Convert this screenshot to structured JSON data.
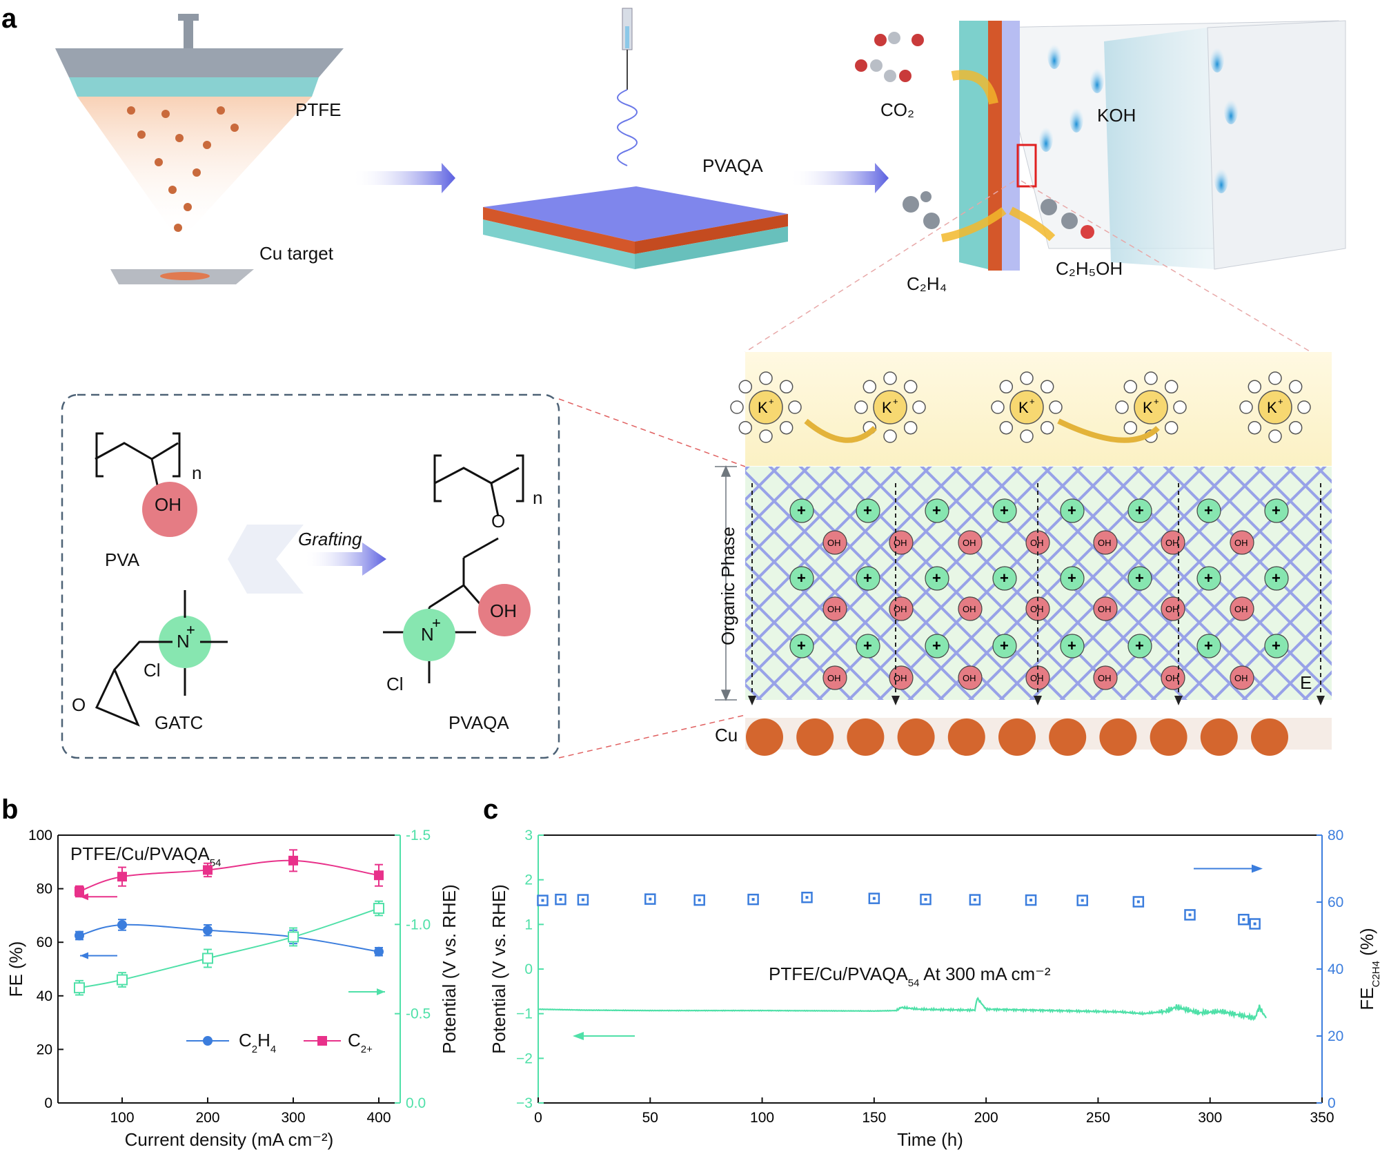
{
  "panel_a": {
    "letter": "a",
    "sputter_labels": {
      "ptfe": "PTFE",
      "cu_target": "Cu target"
    },
    "spin_label": "PVAQA",
    "cell_labels": {
      "co2": "CO₂",
      "koh": "KOH",
      "c2h4": "C₂H₄",
      "c2h5oh": "C₂H₅OH"
    },
    "chem": {
      "pva": "PVA",
      "gatc": "GATC",
      "pvaqa": "PVAQA",
      "grafting": "Grafting",
      "oh": "OH",
      "o": "O",
      "n_plus": "N",
      "plus": "+",
      "cl": "Cl",
      "minus": "−",
      "n_sub": "n"
    },
    "interface": {
      "k_ion": "K",
      "k_plus": "+",
      "organic_phase": "Organic Phase",
      "oh_small": "OH",
      "plus_sign": "+",
      "field": "E",
      "cu": "Cu"
    }
  },
  "chart_data": [
    {
      "panel": "b",
      "type": "line",
      "title": "PTFE/Cu/PVAQA54",
      "title_main": "PTFE/Cu/PVAQA",
      "title_sub": "54",
      "xlabel": "Current density (mA cm⁻²)",
      "ylabel_left": "FE (%)",
      "ylabel_right": "Potential (V vs. RHE)",
      "x": [
        50,
        100,
        200,
        300,
        400
      ],
      "xlim": [
        25,
        425
      ],
      "xticks": [
        100,
        200,
        300,
        400
      ],
      "ylim_left": [
        0,
        100
      ],
      "yticks_left": [
        0,
        20,
        40,
        60,
        80,
        100
      ],
      "ylim_right": [
        0,
        -1.5
      ],
      "yticks_right": [
        "0.0",
        "-0.5",
        "-1.0",
        "-1.5"
      ],
      "legend": {
        "c2h4_main": "C",
        "c2h4_sub1": "2",
        "c2h4_mid": "H",
        "c2h4_sub2": "4",
        "c2p_main": "C",
        "c2p_sub": "2+"
      },
      "series": [
        {
          "name": "C2H4",
          "axis": "left",
          "color": "#3b7ddd",
          "marker": "circle",
          "values": [
            62.5,
            66.5,
            64.5,
            62,
            56.5
          ],
          "err": [
            1.5,
            2,
            2,
            2.5,
            1.5
          ]
        },
        {
          "name": "C2+",
          "axis": "left",
          "color": "#e8318a",
          "marker": "square",
          "values": [
            79,
            84.5,
            87,
            90.5,
            85
          ],
          "err": [
            2,
            3.5,
            2.5,
            4,
            4
          ]
        },
        {
          "axis": "right",
          "color": "#4fe0a8",
          "marker": "open-square",
          "values": [
            -0.645,
            -0.69,
            -0.81,
            -0.93,
            -1.09
          ],
          "err": [
            0.04,
            0.04,
            0.05,
            0.05,
            0.04
          ]
        }
      ]
    },
    {
      "panel": "c",
      "type": "scatter",
      "annotation_main": "PTFE/Cu/PVAQA",
      "annotation_sub": "54",
      "annotation_rest": "At 300 mA cm⁻²",
      "xlabel": "Time (h)",
      "ylabel_left": "Potential (V vs. RHE)",
      "ylabel_right_main": "FE",
      "ylabel_right_sub": "C2H4",
      "ylabel_right_unit": "(%)",
      "xlim": [
        0,
        350
      ],
      "xticks": [
        0,
        50,
        100,
        150,
        200,
        250,
        300,
        350
      ],
      "ylim_left": [
        -3,
        3
      ],
      "yticks_left": [
        -3,
        -2,
        -1,
        0,
        1,
        2,
        3
      ],
      "ylim_right": [
        0,
        80
      ],
      "yticks_right": [
        0,
        20,
        40,
        60,
        80
      ],
      "series": [
        {
          "axis": "right",
          "color": "#3b7ddd",
          "marker": "open-square",
          "x": [
            2,
            10,
            20,
            50,
            72,
            96,
            120,
            150,
            173,
            195,
            220,
            243,
            268,
            291,
            315,
            320
          ],
          "values": [
            60.5,
            60.8,
            60.7,
            60.9,
            60.6,
            60.8,
            61.4,
            61.1,
            60.8,
            60.7,
            60.6,
            60.5,
            60.1,
            56.2,
            54.8,
            53.5
          ]
        },
        {
          "axis": "left",
          "color": "#4fe0a8",
          "marker": "line",
          "x": [
            0,
            20,
            50,
            100,
            150,
            160,
            162,
            170,
            180,
            195,
            196,
            200,
            230,
            260,
            270,
            280,
            285,
            295,
            305,
            315,
            320,
            322,
            325
          ],
          "values": [
            -0.9,
            -0.92,
            -0.93,
            -0.93,
            -0.94,
            -0.93,
            -0.86,
            -0.9,
            -0.91,
            -0.92,
            -0.65,
            -0.9,
            -0.93,
            -0.96,
            -1.0,
            -0.95,
            -0.85,
            -0.98,
            -0.95,
            -1.05,
            -1.1,
            -0.85,
            -1.1
          ]
        }
      ]
    }
  ]
}
